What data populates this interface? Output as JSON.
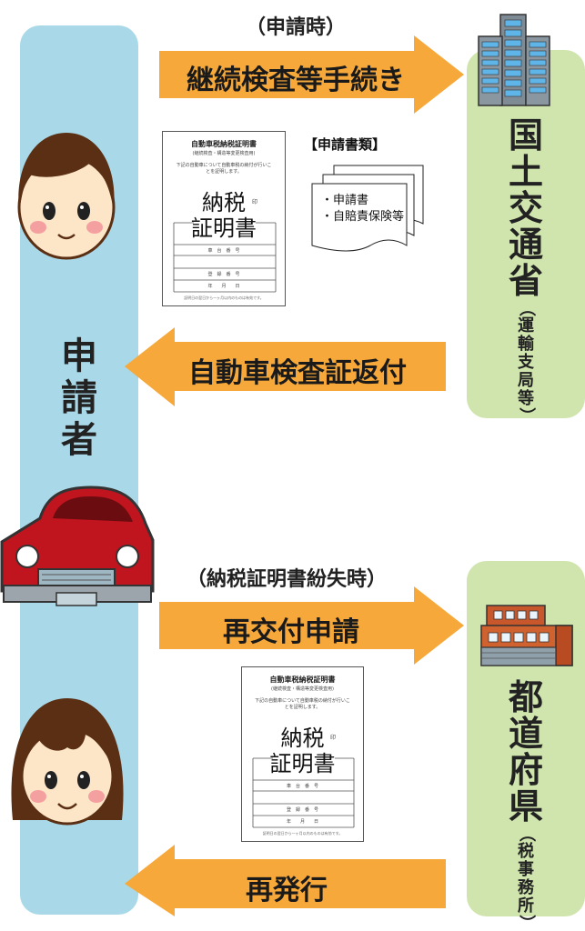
{
  "left_label_chars": [
    "申",
    "請",
    "者"
  ],
  "top_section": {
    "caption": "（申請時）",
    "arrow_right_label": "継続検査等手続き",
    "docs_caption": "【申請書類】",
    "docs_items": [
      "・申請書",
      "・自賠責保険等"
    ],
    "arrow_left_label": "自動車検査証返付",
    "right_label_chars": [
      "国",
      "土",
      "交",
      "通",
      "省"
    ],
    "right_sub_chars": [
      "運",
      "輸",
      "支",
      "局",
      "等"
    ]
  },
  "bottom_section": {
    "caption": "（納税証明書紛失時）",
    "arrow_right_label": "再交付申請",
    "arrow_left_label": "再発行",
    "right_label_chars": [
      "都",
      "道",
      "府",
      "県"
    ],
    "right_sub_chars": [
      "税",
      "事",
      "務",
      "所"
    ]
  },
  "certificate": {
    "title": "自動車税納税証明書",
    "subtitle": "(継続検査・構造等変更検査用)",
    "body": "下記の自動車について自動車税の納付が行いことを証明します。",
    "big_line1": "納税",
    "big_line2": "証明書",
    "seal": "印",
    "row_labels": [
      "車　台　番　号",
      "登　録　番　号",
      "年　　月　　日"
    ],
    "footer": "証明日の翌日から一ヶ月以内のものは有効です。"
  },
  "colors": {
    "left_bar": "#a9d9e8",
    "right_bar": "#cfe5ad",
    "arrow": "#f6a93a",
    "face": "#fde6c8",
    "hair": "#5b2f14",
    "car": "#c0141e"
  }
}
